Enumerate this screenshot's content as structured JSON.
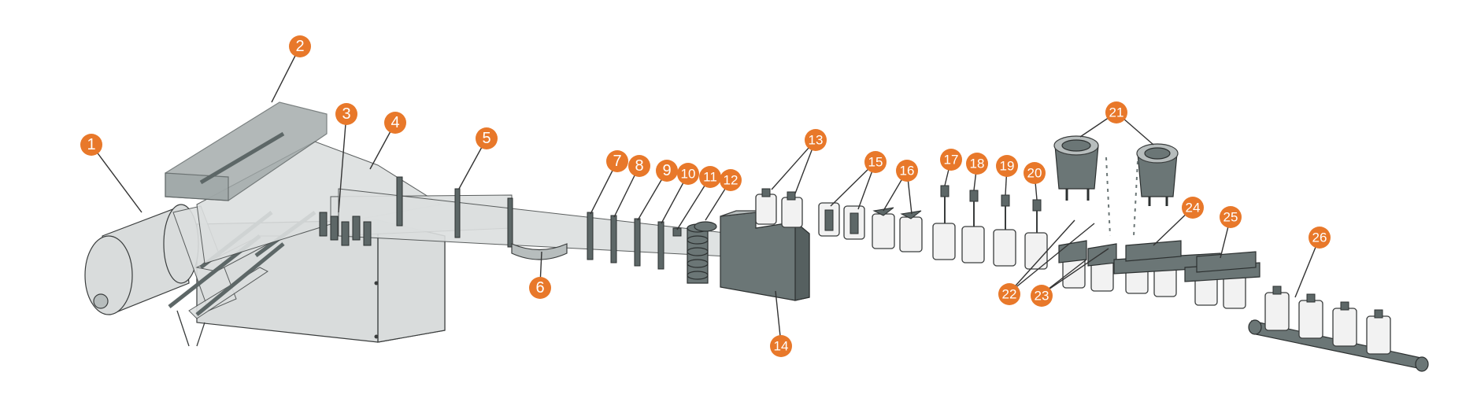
{
  "diagram": {
    "colors": {
      "callout": "#e8782a",
      "machine_dark": "#6b7676",
      "machine_light": "#d9dcdc",
      "outline": "#3a3d3d"
    },
    "callouts": [
      {
        "id": "c1",
        "label": "1"
      },
      {
        "id": "c2",
        "label": "2"
      },
      {
        "id": "c3",
        "label": "3"
      },
      {
        "id": "c4",
        "label": "4"
      },
      {
        "id": "c5",
        "label": "5"
      },
      {
        "id": "c6",
        "label": "6"
      },
      {
        "id": "c7",
        "label": "7"
      },
      {
        "id": "c8",
        "label": "8"
      },
      {
        "id": "c9",
        "label": "9"
      },
      {
        "id": "c10",
        "label": "10"
      },
      {
        "id": "c11",
        "label": "11"
      },
      {
        "id": "c12",
        "label": "12"
      },
      {
        "id": "c13",
        "label": "13"
      },
      {
        "id": "c14",
        "label": "14"
      },
      {
        "id": "c15",
        "label": "15"
      },
      {
        "id": "c16",
        "label": "16"
      },
      {
        "id": "c17",
        "label": "17"
      },
      {
        "id": "c18",
        "label": "18"
      },
      {
        "id": "c19",
        "label": "19"
      },
      {
        "id": "c20",
        "label": "20"
      },
      {
        "id": "c21",
        "label": "21"
      },
      {
        "id": "c22",
        "label": "22"
      },
      {
        "id": "c23",
        "label": "23"
      },
      {
        "id": "c24",
        "label": "24"
      },
      {
        "id": "c25",
        "label": "25"
      },
      {
        "id": "c26",
        "label": "26"
      }
    ]
  }
}
